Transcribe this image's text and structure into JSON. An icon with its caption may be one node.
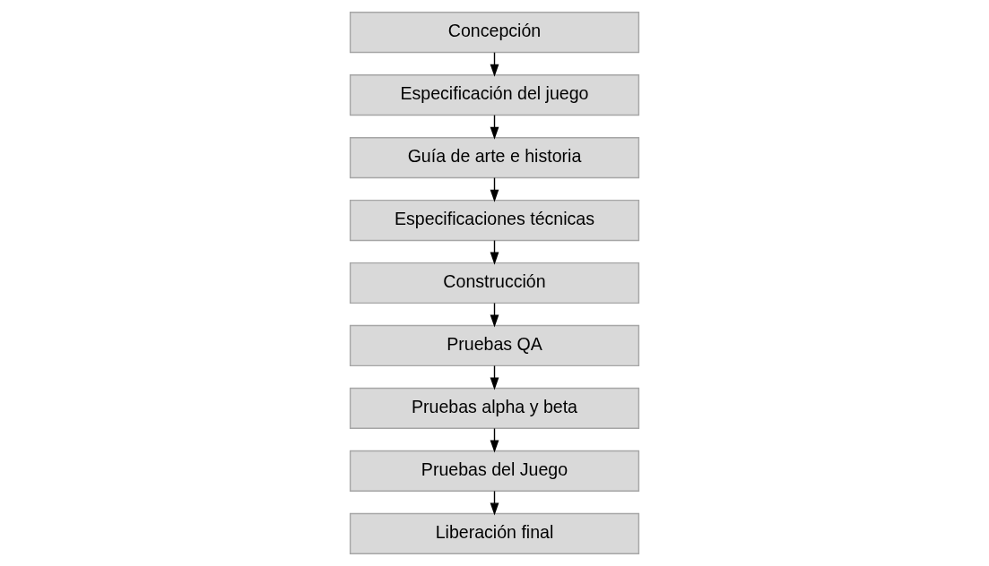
{
  "diagram": {
    "nodes": [
      {
        "text": [
          "Concepción"
        ]
      },
      {
        "text": [
          "Especificación del juego"
        ]
      },
      {
        "text": [
          "Guía de arte e historia"
        ]
      },
      {
        "text": [
          "Especificaciones técnicas"
        ]
      },
      {
        "text": [
          "Construcción"
        ]
      },
      {
        "text": [
          "Pruebas QA"
        ]
      },
      {
        "text": [
          "Pruebas alpha y beta"
        ]
      },
      {
        "text": [
          "Pruebas del Juego"
        ]
      },
      {
        "text": [
          "Liberación final"
        ]
      }
    ],
    "edges": [
      {
        "from": 0,
        "to": 1,
        "arrow": "to"
      },
      {
        "from": 1,
        "to": 2,
        "arrow": "to"
      },
      {
        "from": 2,
        "to": 3,
        "arrow": "to"
      },
      {
        "from": 3,
        "to": 4,
        "arrow": "to"
      },
      {
        "from": 4,
        "to": 5,
        "arrow": "to"
      },
      {
        "from": 5,
        "to": 6,
        "arrow": "to"
      },
      {
        "from": 6,
        "to": 7,
        "arrow": "to"
      },
      {
        "from": 7,
        "to": 8,
        "arrow": "to"
      }
    ]
  }
}
